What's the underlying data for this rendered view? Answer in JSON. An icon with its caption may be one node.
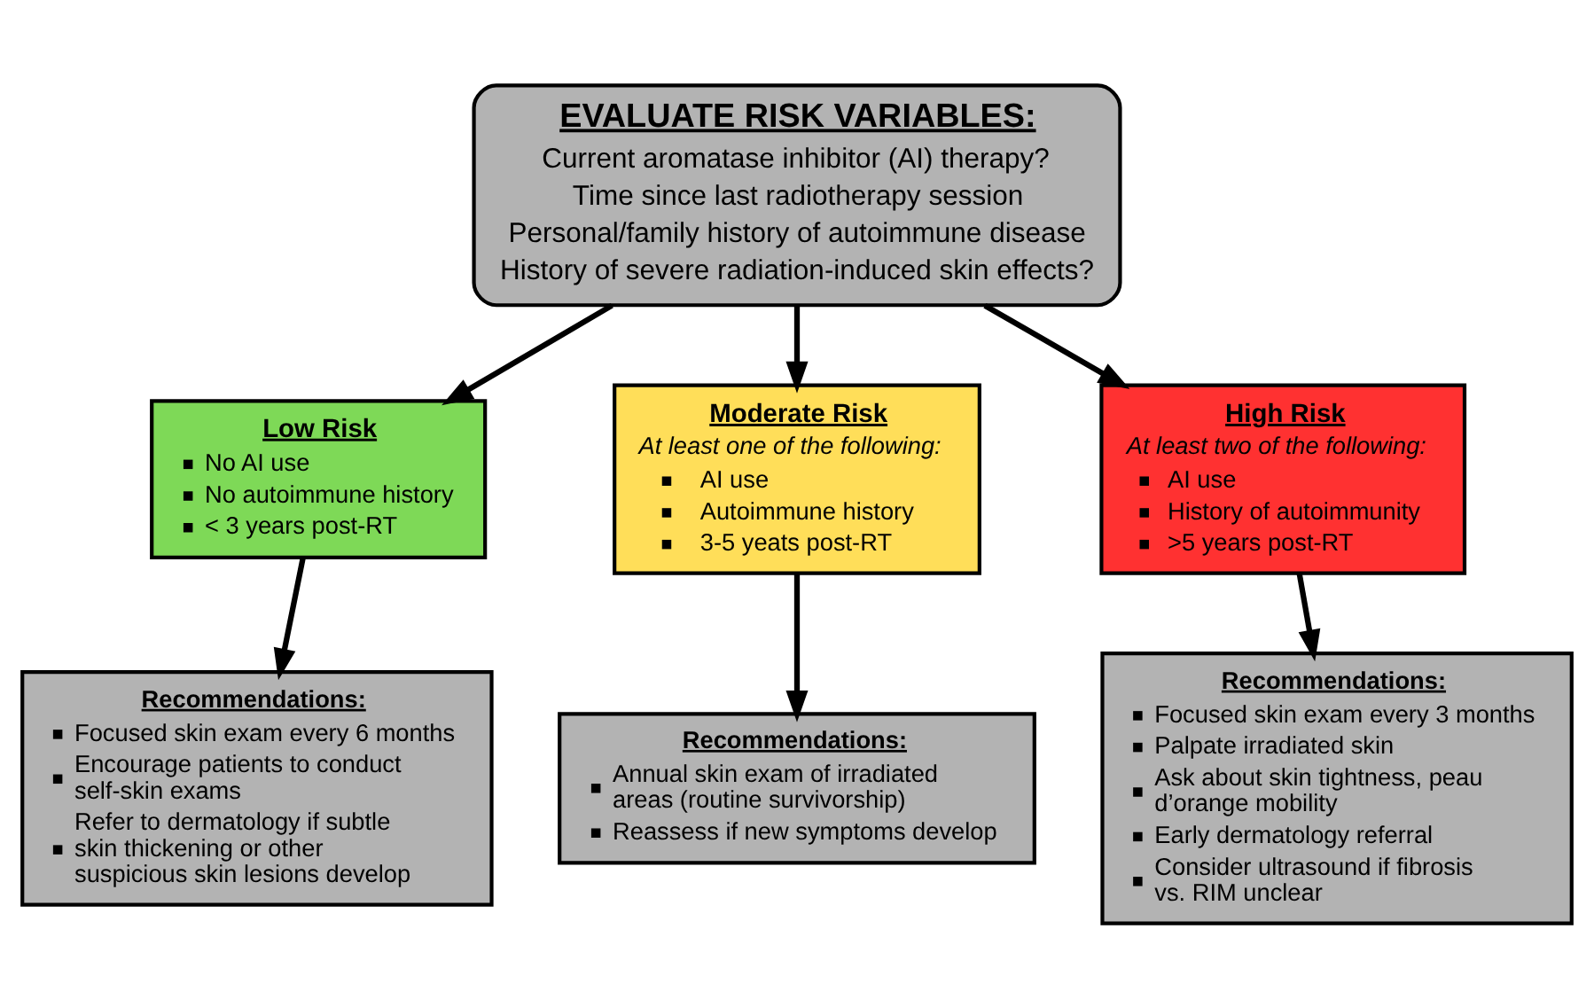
{
  "diagram": {
    "nodes": [
      {
        "text": [
          "EVALUATE RISK VARIABLES:",
          "Current aromatase inhibitor (AI) therapy?",
          "Time since last radiotherapy session",
          "Personal/family history of autoimmune disease",
          "History of severe radiation-induced skin effects?"
        ]
      },
      {
        "text": [
          "Low Risk",
          "No AI use",
          "No autoimmune history",
          "< 3 years post-RT"
        ]
      },
      {
        "text": [
          "Moderate Risk",
          "At least one of the following:",
          "AI use",
          "Autoimmune history",
          "3-5 yeats post-RT"
        ]
      },
      {
        "text": [
          "High Risk",
          "At least two of the following:",
          "AI use",
          "History of autoimmunity",
          ">5 years post-RT"
        ]
      },
      {
        "text": [
          "Recommendations:",
          "Focused skin exam every 6 months",
          "Encourage patients to conduct self-skin exams",
          "Refer to dermatology if subtle skin thickening or other suspicious skin lesions develop"
        ]
      },
      {
        "text": [
          "Recommendations:",
          "Annual skin exam of irradiated areas (routine survivorship)",
          "Reassess if new symptoms develop"
        ]
      },
      {
        "text": [
          "Recommendations:",
          "Focused skin exam every 3 months",
          "Palpate irradiated skin",
          "Ask about skin tightness, peau d’orange mobility",
          "Early dermatology referral",
          "Consider ultrasound if fibrosis vs. RIM unclear"
        ]
      }
    ],
    "edges": [
      {
        "from": 0,
        "to": 1,
        "arrow": "to"
      },
      {
        "from": 0,
        "to": 2,
        "arrow": "to"
      },
      {
        "from": 0,
        "to": 3,
        "arrow": "to"
      },
      {
        "from": 1,
        "to": 4,
        "arrow": "to"
      },
      {
        "from": 2,
        "to": 5,
        "arrow": "to"
      },
      {
        "from": 3,
        "to": 6,
        "arrow": "to"
      }
    ]
  }
}
